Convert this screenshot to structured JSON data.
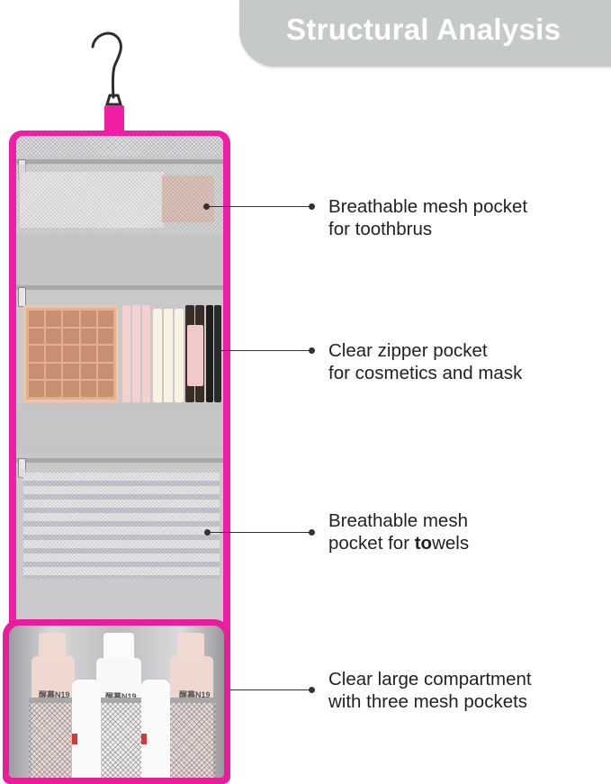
{
  "header": {
    "title": "Structural Analysis"
  },
  "product": {
    "name": "hanging-toiletry-bag",
    "colors": {
      "trim": "#f01da5",
      "lining": "#c9c9cb",
      "header_bg": "#c6c9ca",
      "text": "#222222"
    },
    "bottle_brand": "醒慕N19"
  },
  "callouts": [
    {
      "line1": "Breathable mesh pocket",
      "line2": "for toothbrus"
    },
    {
      "line1": "Clear zipper pocket",
      "line2": "for cosmetics and mask"
    },
    {
      "line1": "Breathable mesh",
      "line2_pre": "pocket for ",
      "line2_bold": "to",
      "line2_post": "wels"
    },
    {
      "line1": "Clear large compartment",
      "line2": "with three mesh pockets"
    }
  ]
}
